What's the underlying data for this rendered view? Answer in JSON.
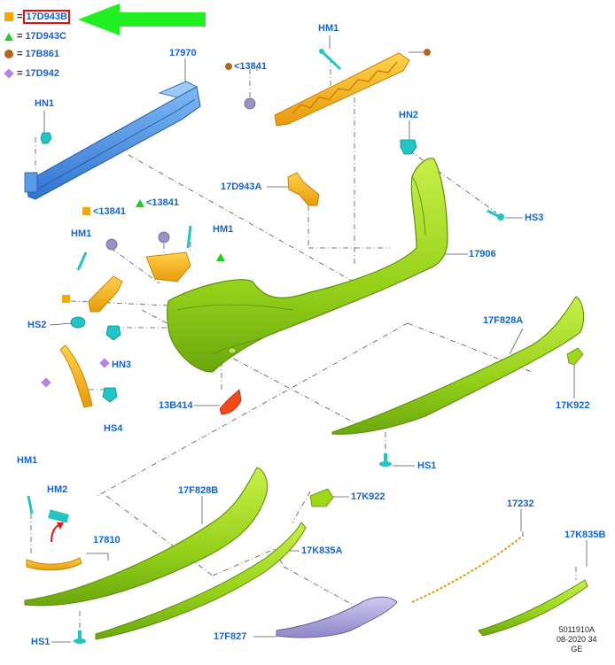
{
  "legend": [
    {
      "symbol": "square",
      "color": "#f7a700",
      "eq": "=",
      "code": "17D943B",
      "highlighted": true
    },
    {
      "symbol": "triangle",
      "color": "#22cc22",
      "eq": "=",
      "code": "17D943C"
    },
    {
      "symbol": "circle",
      "color": "#b5651d",
      "eq": "=",
      "code": "17B861"
    },
    {
      "symbol": "diamond",
      "color": "#b784e8",
      "eq": "=",
      "code": "17D942"
    }
  ],
  "labels": {
    "p17970": "17970",
    "c13841_top": "<13841",
    "hm1_top": "HM1",
    "hn1": "HN1",
    "hn2": "HN2",
    "p17d943a": "17D943A",
    "hs3": "HS3",
    "sq13841": "<13841",
    "tri13841": "<13841",
    "hm1_left": "HM1",
    "hm1_mid": "HM1",
    "p17906": "17906",
    "hs2": "HS2",
    "hn3": "HN3",
    "hs4": "HS4",
    "p17f828a": "17F828A",
    "p13b414": "13B414",
    "p17k922_right": "17K922",
    "hs1_mid": "HS1",
    "hm1_bottom": "HM1",
    "hm2": "HM2",
    "p17f828b": "17F828B",
    "p17k922_bottom": "17K922",
    "p17232": "17232",
    "p17810": "17810",
    "p17k835a": "17K835A",
    "p17k835b": "17K835B",
    "hs1_bottom": "HS1",
    "p17f827": "17F827"
  },
  "reference": {
    "line1": "5011910A",
    "line2": "08-2020 34",
    "line3": "GE"
  },
  "colors": {
    "label_blue": "#1565c8",
    "bumper_green": "#9ed61a",
    "beam_blue": "#3f8ee6",
    "bracket_orange": "#f2b21b",
    "reflector_red": "#f04a1a",
    "skid_purple": "#a9a2d8",
    "fastener_teal": "#24c4c4",
    "arrow_green": "#22ee22",
    "arrow_red": "#ee1111"
  }
}
